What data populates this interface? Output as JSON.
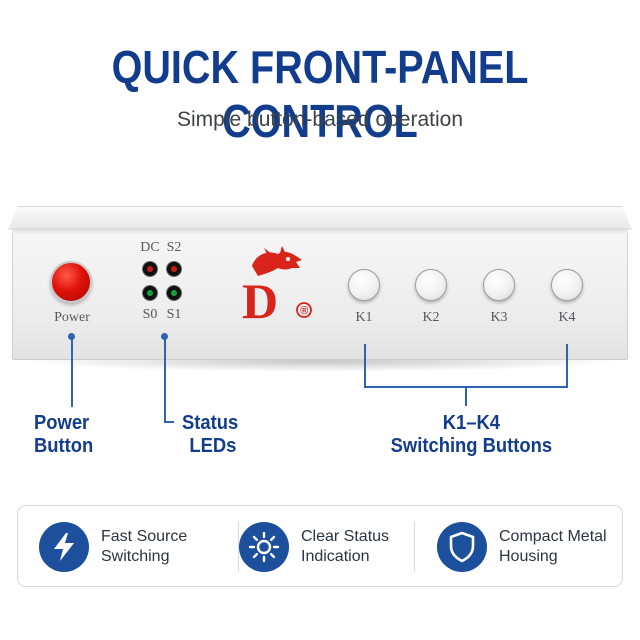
{
  "headline": "QUICK FRONT-PANEL CONTROL",
  "subheadline": "Simple button-based operation",
  "device": {
    "power_label": "Power",
    "led_labels": {
      "top_left": "DC",
      "top_right": "S2",
      "bottom_left": "S0",
      "bottom_right": "S1"
    },
    "logo_letter": "D",
    "logo_mark": "®",
    "switch_labels": [
      "K1",
      "K2",
      "K3",
      "K4"
    ],
    "colors": {
      "power": "#e0120a",
      "led_red": "#c81d14",
      "led_green": "#17a33b",
      "logo_red": "#d9241b"
    }
  },
  "callouts": {
    "power": {
      "line1": "Power",
      "line2": "Button"
    },
    "status": {
      "line1": "Status",
      "line2": "LEDs"
    },
    "switching": {
      "line1": "K1–K4",
      "line2": "Switching Buttons"
    }
  },
  "features": [
    {
      "icon": "lightning-bolt-icon",
      "line1": "Fast Source",
      "line2": "Switching"
    },
    {
      "icon": "sun-brightness-icon",
      "line1": "Clear Status",
      "line2": "Indication"
    },
    {
      "icon": "shield-icon",
      "line1": "Compact Metal",
      "line2": "Housing"
    }
  ],
  "accent_color": "#123c8c"
}
